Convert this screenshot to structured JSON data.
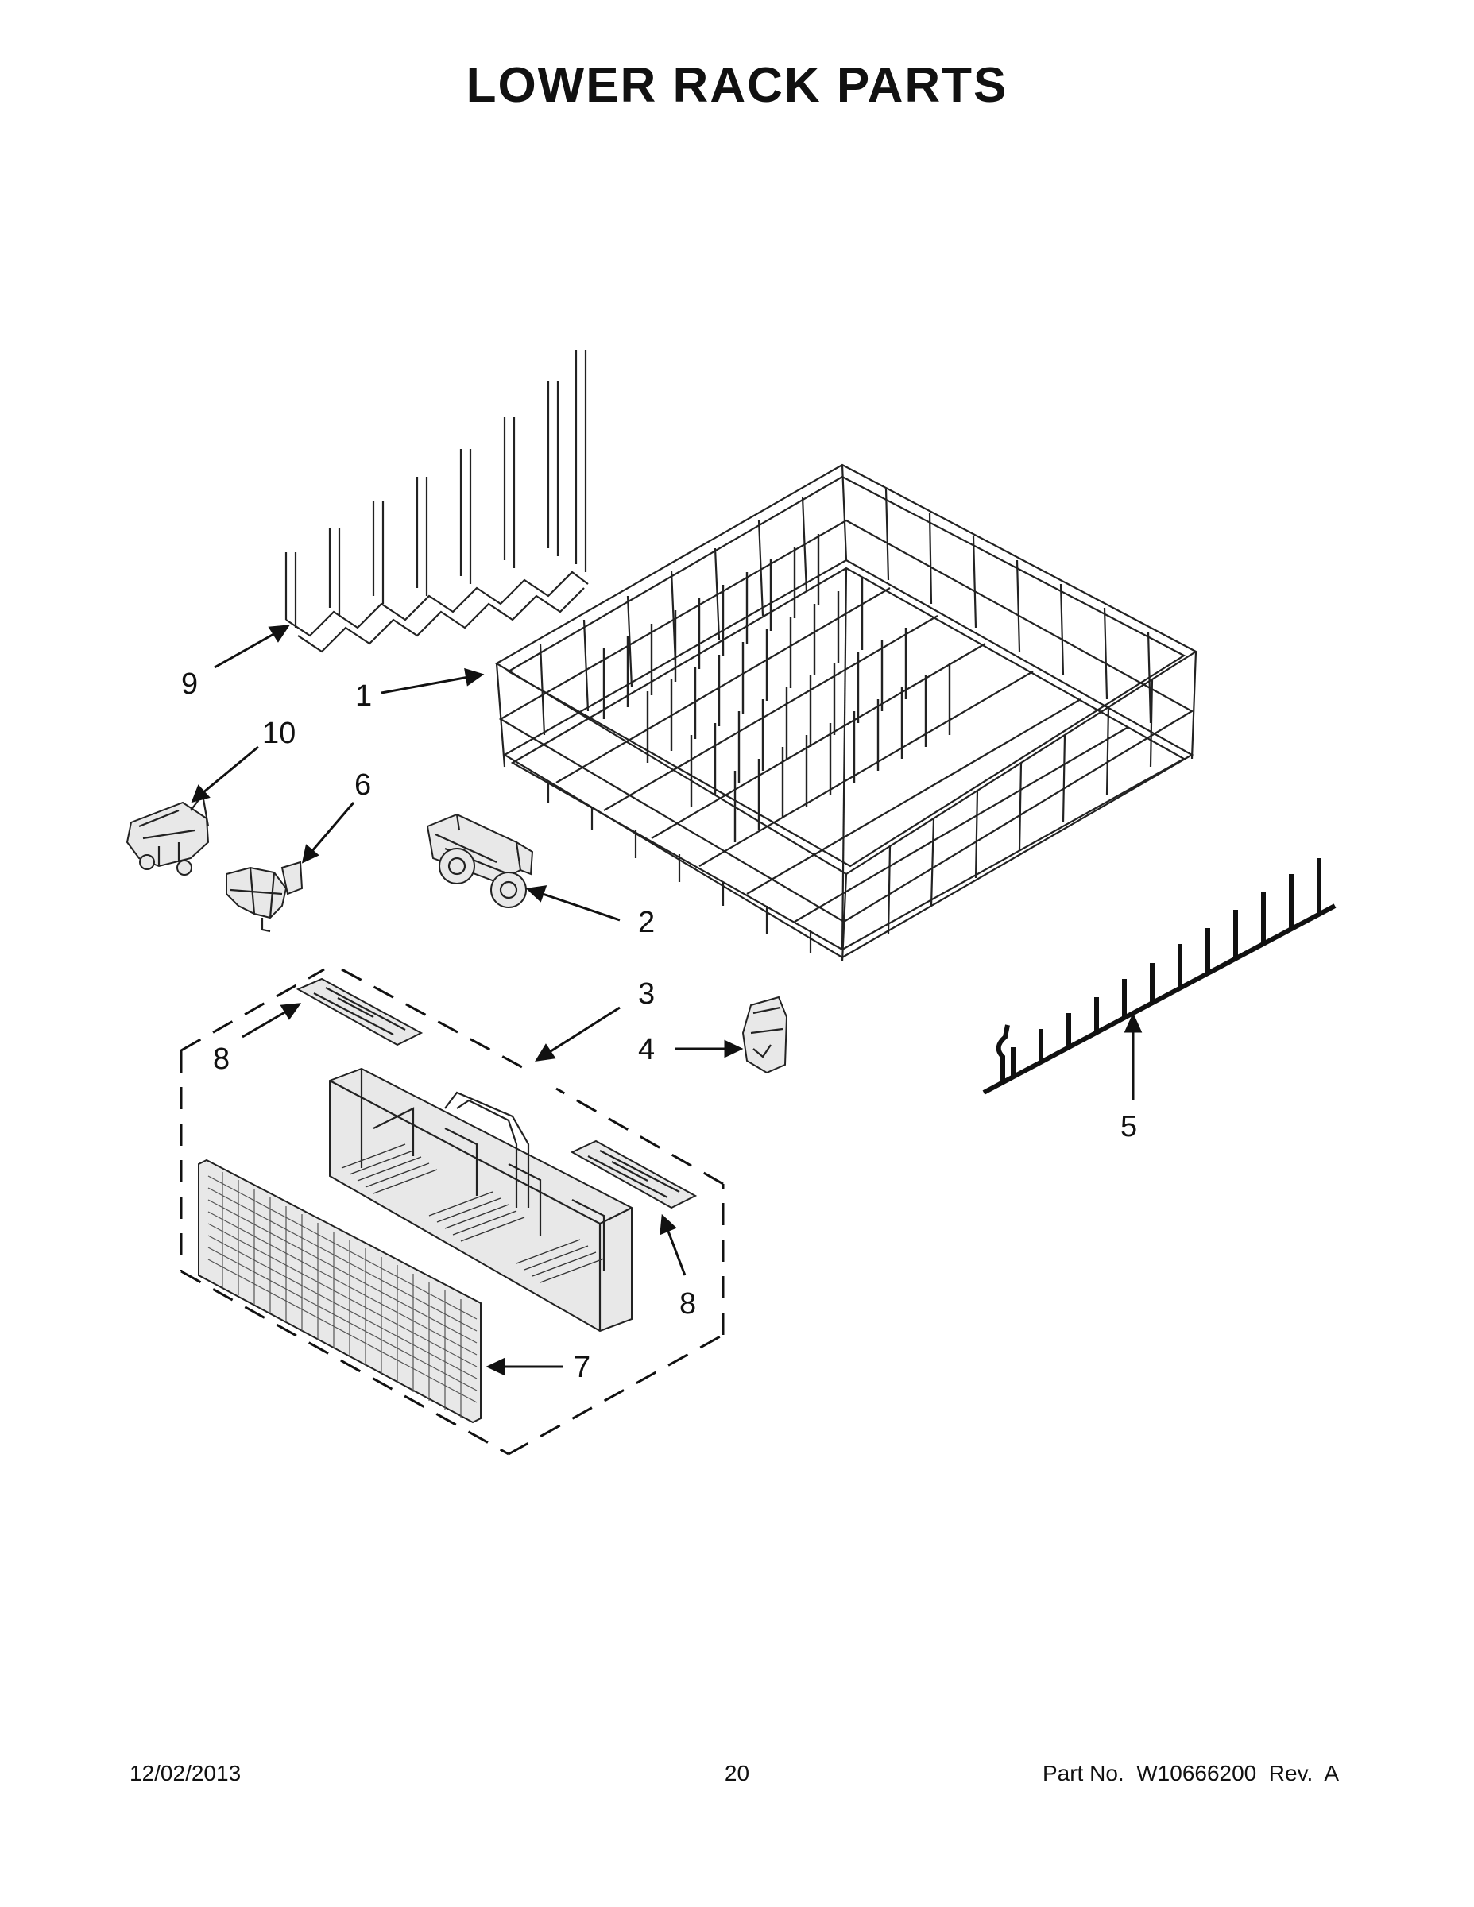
{
  "title": "LOWER RACK PARTS",
  "footer": {
    "date": "12/02/2013",
    "page": "20",
    "part_no": "Part No.  W10666200  Rev.  A"
  },
  "callouts": {
    "c1": "1",
    "c2": "2",
    "c3": "3",
    "c4": "4",
    "c5": "5",
    "c6": "6",
    "c7": "7",
    "c8a": "8",
    "c8b": "8",
    "c9": "9",
    "c10": "10"
  },
  "parts": [
    {
      "id": "1",
      "icon": "lower-rack-basket-icon"
    },
    {
      "id": "2",
      "icon": "wheel-assembly-icon"
    },
    {
      "id": "3",
      "icon": "silverware-basket-assembly-icon"
    },
    {
      "id": "4",
      "icon": "clip-icon"
    },
    {
      "id": "5",
      "icon": "tine-row-icon"
    },
    {
      "id": "6",
      "icon": "clip-icon"
    },
    {
      "id": "7",
      "icon": "basket-cover-icon"
    },
    {
      "id": "8",
      "icon": "basket-lid-icon"
    },
    {
      "id": "9",
      "icon": "wire-rack-insert-icon"
    },
    {
      "id": "10",
      "icon": "bumper-clip-icon"
    }
  ]
}
